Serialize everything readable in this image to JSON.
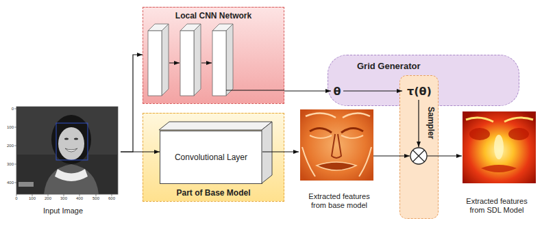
{
  "diagram": {
    "nodes": [
      {
        "text": [
          "Input Image"
        ]
      },
      {
        "text": [
          "Local CNN Network"
        ]
      },
      {
        "text": [
          "Part of Base Model"
        ]
      },
      {
        "text": [
          "Convolutional Layer"
        ],
        "in": 2
      },
      {
        "text": [
          "Grid Generator"
        ]
      },
      {
        "text": [
          "θ"
        ],
        "in": 4
      },
      {
        "text": [
          "Sampler"
        ]
      },
      {
        "text": [
          "τ(θ)"
        ],
        "in": 6
      },
      {
        "text": [
          "Extracted features from base model"
        ]
      },
      {
        "text": [
          "Extracted features from SDL Model"
        ]
      }
    ],
    "edges": [
      {
        "from": 0,
        "to": 1,
        "arrow": "to"
      },
      {
        "from": 0,
        "to": 3,
        "arrow": "to"
      },
      {
        "from": 1,
        "to": 5,
        "arrow": "to"
      },
      {
        "from": 5,
        "to": 7,
        "arrow": "to"
      },
      {
        "from": 3,
        "to": 8,
        "arrow": "to"
      }
    ],
    "labels": [
      "0",
      "100",
      "200",
      "300",
      "400",
      "0",
      "100",
      "200",
      "300",
      "400",
      "500",
      "600"
    ]
  }
}
